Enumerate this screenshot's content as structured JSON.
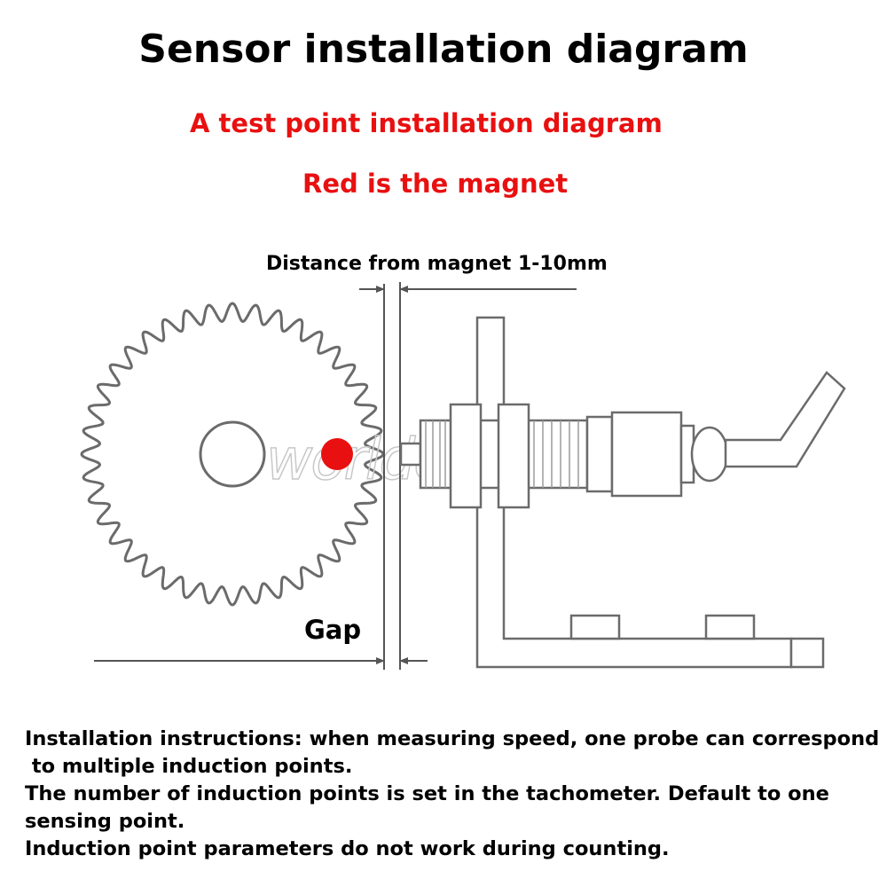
{
  "title": "Sensor installation diagram",
  "subtitle_1": "A test point installation diagram",
  "subtitle_2": "Red is the magnet",
  "diagram": {
    "distance_label": "Distance from magnet 1-10mm",
    "gap_label": "Gap",
    "watermark": "worldchips",
    "magnet_color": "#e81010",
    "line_color": "#6b6b6b"
  },
  "instructions": [
    "Installation instructions: when measuring speed, one probe can correspond",
    " to multiple induction points.",
    "The number of induction points is set in the tachometer. Default to one",
    "sensing point.",
    "Induction point parameters do not work during counting."
  ]
}
